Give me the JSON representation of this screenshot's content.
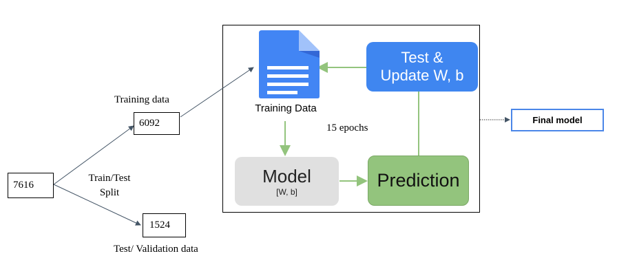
{
  "nodes": {
    "total": "7616",
    "train_count": "6092",
    "test_count": "1524",
    "training_data_title": "Training Data",
    "test_update_line1": "Test &",
    "test_update_line2": "Update W, b",
    "model_title": "Model",
    "model_sub": "[W, b]",
    "prediction": "Prediction",
    "final_model": "Final model"
  },
  "labels": {
    "training_data": "Training data",
    "split_line1": "Train/Test",
    "split_line2": "Split",
    "test_validation": "Test/ Validation data",
    "epochs": "15 epochs"
  },
  "colors": {
    "doc_blue": "#4285f4",
    "test_box": "#3f86f0",
    "model_box": "#e0e0e0",
    "prediction_box": "#93c47d",
    "arrow_green": "#93c47d",
    "final_border": "#4a86e8"
  },
  "icons": [
    "document-icon"
  ]
}
